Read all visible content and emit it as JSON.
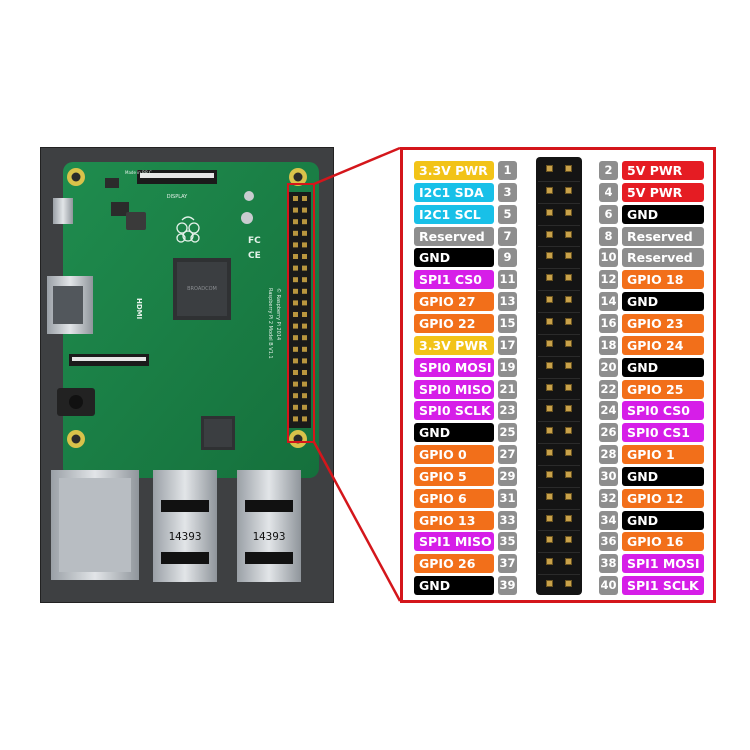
{
  "colors": {
    "power33": "#f2c318",
    "power5": "#e51c23",
    "i2c": "#18c0e8",
    "reserved": "#8e8e8e",
    "ground": "#000000",
    "spi": "#d61ee8",
    "gpio": "#f26f1a",
    "frame": "#d4161b",
    "pin_number_bg": "#8e8e8e"
  },
  "photo": {
    "board_text": {
      "display": "DISPLAY",
      "fcc": "FC",
      "ce": "CE",
      "hdmi": "HDMI",
      "chip": "BROADCOM",
      "usb_code_1": "14393",
      "usb_code_2": "14393",
      "made_in": "Made in P.R.C.",
      "model": "Raspberry Pi 2 Model B V1.1",
      "copyright": "© Raspberry Pi 2014"
    }
  },
  "pins": [
    {
      "num": "1",
      "label": "3.3V PWR",
      "color": "#f2c318"
    },
    {
      "num": "2",
      "label": "5V PWR",
      "color": "#e51c23"
    },
    {
      "num": "3",
      "label": "I2C1 SDA",
      "color": "#18c0e8"
    },
    {
      "num": "4",
      "label": "5V PWR",
      "color": "#e51c23"
    },
    {
      "num": "5",
      "label": "I2C1 SCL",
      "color": "#18c0e8"
    },
    {
      "num": "6",
      "label": "GND",
      "color": "#000000"
    },
    {
      "num": "7",
      "label": "Reserved",
      "color": "#8e8e8e"
    },
    {
      "num": "8",
      "label": "Reserved",
      "color": "#8e8e8e"
    },
    {
      "num": "9",
      "label": "GND",
      "color": "#000000"
    },
    {
      "num": "10",
      "label": "Reserved",
      "color": "#8e8e8e"
    },
    {
      "num": "11",
      "label": "SPI1 CS0",
      "color": "#d61ee8"
    },
    {
      "num": "12",
      "label": "GPIO 18",
      "color": "#f26f1a"
    },
    {
      "num": "13",
      "label": "GPIO 27",
      "color": "#f26f1a"
    },
    {
      "num": "14",
      "label": "GND",
      "color": "#000000"
    },
    {
      "num": "15",
      "label": "GPIO 22",
      "color": "#f26f1a"
    },
    {
      "num": "16",
      "label": "GPIO 23",
      "color": "#f26f1a"
    },
    {
      "num": "17",
      "label": "3.3V PWR",
      "color": "#f2c318"
    },
    {
      "num": "18",
      "label": "GPIO 24",
      "color": "#f26f1a"
    },
    {
      "num": "19",
      "label": "SPI0 MOSI",
      "color": "#d61ee8"
    },
    {
      "num": "20",
      "label": "GND",
      "color": "#000000"
    },
    {
      "num": "21",
      "label": "SPI0 MISO",
      "color": "#d61ee8"
    },
    {
      "num": "22",
      "label": "GPIO 25",
      "color": "#f26f1a"
    },
    {
      "num": "23",
      "label": "SPI0 SCLK",
      "color": "#d61ee8"
    },
    {
      "num": "24",
      "label": "SPI0 CS0",
      "color": "#d61ee8"
    },
    {
      "num": "25",
      "label": "GND",
      "color": "#000000"
    },
    {
      "num": "26",
      "label": "SPI0 CS1",
      "color": "#d61ee8"
    },
    {
      "num": "27",
      "label": "GPIO 0",
      "color": "#f26f1a"
    },
    {
      "num": "28",
      "label": "GPIO 1",
      "color": "#f26f1a"
    },
    {
      "num": "29",
      "label": "GPIO 5",
      "color": "#f26f1a"
    },
    {
      "num": "30",
      "label": "GND",
      "color": "#000000"
    },
    {
      "num": "31",
      "label": "GPIO 6",
      "color": "#f26f1a"
    },
    {
      "num": "32",
      "label": "GPIO 12",
      "color": "#f26f1a"
    },
    {
      "num": "33",
      "label": "GPIO 13",
      "color": "#f26f1a"
    },
    {
      "num": "34",
      "label": "GND",
      "color": "#000000"
    },
    {
      "num": "35",
      "label": "SPI1 MISO",
      "color": "#d61ee8"
    },
    {
      "num": "36",
      "label": "GPIO 16",
      "color": "#f26f1a"
    },
    {
      "num": "37",
      "label": "GPIO 26",
      "color": "#f26f1a"
    },
    {
      "num": "38",
      "label": "SPI1 MOSI",
      "color": "#d61ee8"
    },
    {
      "num": "39",
      "label": "GND",
      "color": "#000000"
    },
    {
      "num": "40",
      "label": "SPI1 SCLK",
      "color": "#d61ee8"
    }
  ]
}
